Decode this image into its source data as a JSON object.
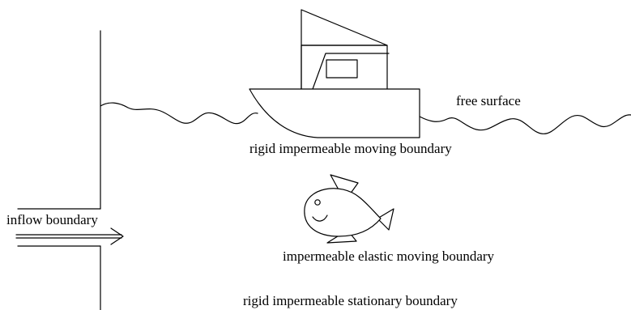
{
  "labels": {
    "free_surface": "free surface",
    "boat_boundary": "rigid impermeable moving boundary",
    "inflow": "inflow boundary",
    "fish_boundary": "impermeable elastic moving boundary",
    "stationary_boundary": "rigid impermeable stationary boundary"
  },
  "colors": {
    "line": "#000000",
    "background": "#ffffff"
  }
}
